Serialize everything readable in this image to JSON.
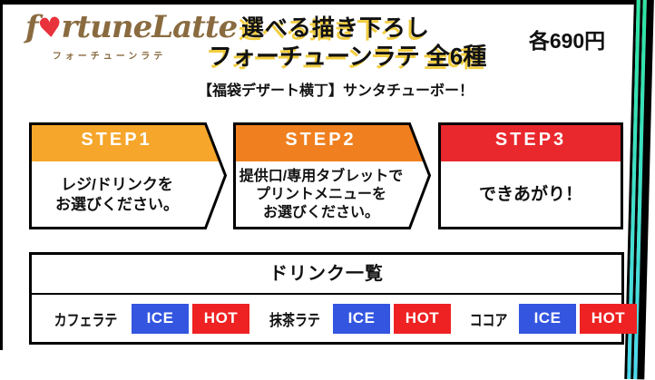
{
  "brand": {
    "logo_prefix": "f",
    "logo_rest": "rtuneLatte",
    "katakana": "フォーチューンラテ"
  },
  "icons": {
    "heart": "♥"
  },
  "header": {
    "title_line1": "選べる描き下ろし",
    "title_line2": "フォーチューンラテ 全6種",
    "subtitle": "【福袋デザート横丁】サンタチューボー！",
    "price": "各690円"
  },
  "steps": [
    {
      "label": "STEP1",
      "header_color": "#f6a62b",
      "body_lines": [
        "レジ/ドリンクを",
        "お選びください。"
      ]
    },
    {
      "label": "STEP2",
      "header_color": "#f0801f",
      "body_lines": [
        "提供口/専用タブレットで",
        "プリントメニューを",
        "お選びください。"
      ]
    },
    {
      "label": "STEP3",
      "header_color": "#e9282d",
      "body_lines": [
        "できあがり！"
      ]
    }
  ],
  "drink_list": {
    "title": "ドリンク一覧",
    "items": [
      {
        "name": "カフェラテ",
        "options": [
          "ICE",
          "HOT"
        ]
      },
      {
        "name": "抹茶ラテ",
        "options": [
          "ICE",
          "HOT"
        ]
      },
      {
        "name": "ココア",
        "options": [
          "ICE",
          "HOT"
        ]
      }
    ],
    "ice_color": "#3355e0",
    "hot_color": "#ee2222"
  },
  "colors": {
    "frame": "#000000",
    "logo_brown": "#8a6b40",
    "heart_red": "#e8323c",
    "title_shadow_yellow": "#f2cd3e",
    "edge_teal_top": "#2ce6a0",
    "edge_teal_bottom": "#4dd9ee"
  }
}
